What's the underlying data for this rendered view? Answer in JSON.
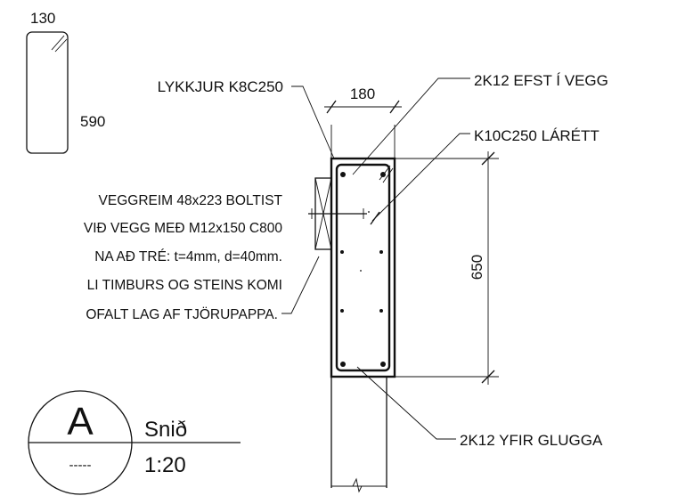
{
  "shape_diagram": {
    "width_label": "130",
    "height_label": "590"
  },
  "labels": {
    "stirrups": "LYKKJUR K8C250",
    "top_bars": "2K12 EFST Í VEGG",
    "horizontal_bars": "K10C250 LÁRÉTT",
    "bottom_bars": "2K12 YFIR GLUGGA"
  },
  "dimensions": {
    "width": "180",
    "height": "650"
  },
  "note_lines": [
    "VEGGREIM 48x223 BOLTIST",
    "VIÐ VEGG MEÐ M12x150 C800",
    "NA AÐ TRÉ: t=4mm, d=40mm.",
    "LI TIMBURS OG STEINS KOMI",
    "OFALT LAG AF TJÖRUPAPPA."
  ],
  "section_marker": {
    "letter": "A",
    "sub": "-----",
    "title": "Snið",
    "scale": "1:20"
  }
}
